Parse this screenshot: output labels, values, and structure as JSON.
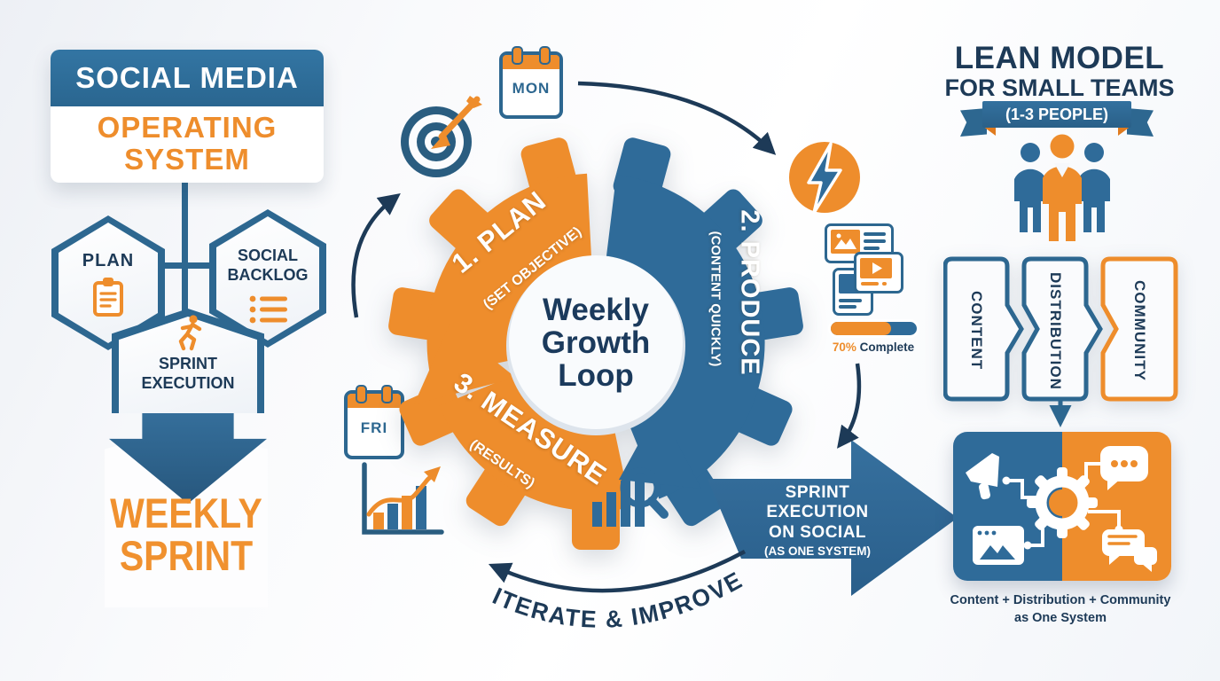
{
  "colors": {
    "orange": "#EE8D2C",
    "steel_blue": "#2F6B99",
    "navy": "#1D3A57"
  },
  "left_panel": {
    "title_header": "SOCIAL MEDIA",
    "title_line1": "OPERATING",
    "title_line2": "SYSTEM",
    "hex_plan": "PLAN",
    "hex_backlog_line1": "SOCIAL",
    "hex_backlog_line2": "BACKLOG",
    "hex_sprint_line1": "SPRINT",
    "hex_sprint_line2": "EXECUTION",
    "weekly_line1": "WEEKLY",
    "weekly_line2": "SPRINT"
  },
  "loop": {
    "day_start": "MON",
    "day_end": "FRI",
    "center_line1": "Weekly",
    "center_line2": "Growth",
    "center_line3": "Loop",
    "step1_label": "1. PLAN",
    "step1_sub": "(SET OBJECTIVE)",
    "step2_label": "2. PRODUCE",
    "step2_sub": "(CONTENT QUICKLY)",
    "step3_label": "3. MEASURE",
    "step3_sub": "(RESULTS)",
    "progress_percent": "70%",
    "progress_label": "Complete",
    "progress_value": 70,
    "iterate_label": "ITERATE & IMPROVE"
  },
  "sprint_arrow": {
    "line1": "SPRINT",
    "line2": "EXECUTION",
    "line3": "ON SOCIAL",
    "sub": "(AS ONE SYSTEM)"
  },
  "right_panel": {
    "heading_line1": "LEAN MODEL",
    "heading_line2": "FOR SMALL TEAMS",
    "ribbon": "(1-3 PEOPLE)",
    "pillar1": "CONTENT",
    "pillar2": "DISTRIBUTION",
    "pillar3": "COMMUNITY",
    "caption_line1": "Content + Distribution + Community",
    "caption_line2": "as One System"
  }
}
